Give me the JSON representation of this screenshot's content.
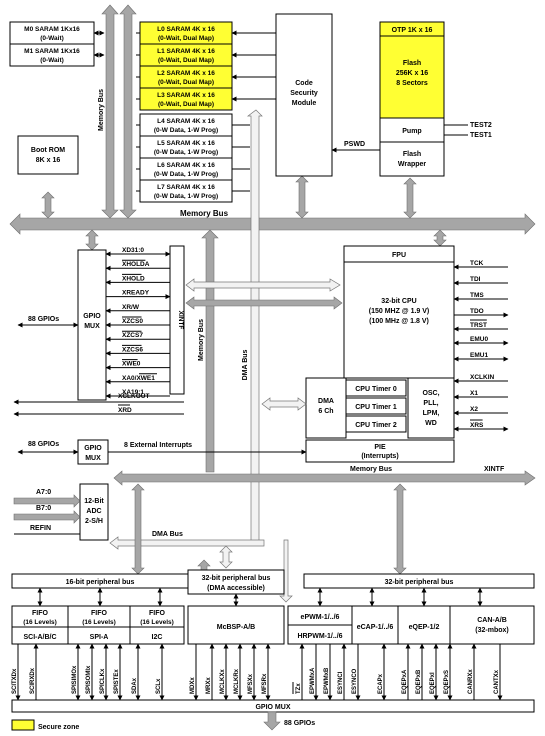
{
  "memory": {
    "m0": "M0 SARAM 1Kx16",
    "m0_sub": "(0-Wait)",
    "m1": "M1 SARAM 1Kx16",
    "m1_sub": "(0-Wait)",
    "l0": "L0 SARAM 4K x 16",
    "l1": "L1 SARAM 4K x 16",
    "l2": "L2 SARAM 4K x 16",
    "l3": "L3 SARAM 4K x 16",
    "l_sub": "(0-Wait, Dual Map)",
    "l4": "L4 SARAM 4K x 16",
    "l5": "L5 SARAM 4K x 16",
    "l6": "L6 SARAM 4K x 16",
    "l7": "L7 SARAM 4K x 16",
    "l_sub2": "(0-W Data, 1-W Prog)",
    "boot_rom": "Boot ROM",
    "boot_rom_sub": "8K x 16"
  },
  "csm": {
    "l1": "Code",
    "l2": "Security",
    "l3": "Module"
  },
  "flash": {
    "otp": "OTP 1K x 16",
    "f1": "Flash",
    "f2": "256K x 16",
    "f3": "8 Sectors",
    "pump": "Pump",
    "wrap1": "Flash",
    "wrap2": "Wrapper",
    "test2": "TEST2",
    "test1": "TEST1",
    "pswd": "PSWD"
  },
  "buses": {
    "memory_bus": "Memory Bus",
    "dma_bus": "DMA Bus",
    "xintf": "XINTF",
    "periph16": "16-bit peripheral bus",
    "periph32a": "32-bit peripheral bus",
    "periph32a_sub": "(DMA accessible)",
    "periph32b": "32-bit peripheral bus"
  },
  "gpio": {
    "gpios_label": "88 GPIOs",
    "mux1": "GPIO",
    "mux2": "MUX",
    "ext_int": "8 External Interrupts",
    "gpio_mux_bar": "GPIO MUX",
    "bottom_gpios": "88 GPIOs"
  },
  "xintf_signals": [
    "XD31:0",
    "XHOLDA",
    "XHOLD",
    "XREADY",
    "XR/W",
    "XZCS0",
    "XZCS7",
    "XZCS6",
    "XWE0",
    "XA0/XWE1",
    "XA19:1"
  ],
  "xintf_extra": {
    "xclkout": "XCLKOUT",
    "xrd": "XRD",
    "vertical": "XINTF"
  },
  "cpu": {
    "fpu": "FPU",
    "l1": "32-bit CPU",
    "l2": "(150 MHZ @ 1.9 V)",
    "l3": "(100 MHz @ 1.8 V)",
    "signals": [
      "TCK",
      "TDI",
      "TMS",
      "TDO",
      "TRST",
      "EMU0",
      "EMU1",
      "XCLKIN",
      "X1",
      "X2",
      "XRS"
    ],
    "dma1": "DMA",
    "dma2": "6 Ch",
    "timer0": "CPU Timer 0",
    "timer1": "CPU Timer 1",
    "timer2": "CPU Timer 2",
    "osc1": "OSC,",
    "osc2": "PLL,",
    "osc3": "LPM,",
    "osc4": "WD",
    "pie1": "PIE",
    "pie2": "(Interrupts)"
  },
  "adc": {
    "a": "A7:0",
    "b": "B7:0",
    "refin": "REFIN",
    "l1": "12-Bit",
    "l2": "ADC",
    "l3": "2-S/H"
  },
  "peripherals": {
    "fifo": "FIFO",
    "levels": "(16 Levels)",
    "sci": "SCI-A/B/C",
    "spi": "SPI-A",
    "i2c": "I2C",
    "mcbsp": "McBSP-A/B",
    "epwm": "ePWM-1/../6",
    "hrpwm": "HRPWM-1/../6",
    "ecap": "eCAP-1/../6",
    "eqep": "eQEP-1/2",
    "can1": "CAN-A/B",
    "can2": "(32-mbox)"
  },
  "pins": [
    "SCITXDx",
    "SCIRXDx",
    "SPISIMOx",
    "SPISOMIx",
    "SPICLKx",
    "SPISTEx",
    "SDAx",
    "SCLx",
    "MDXx",
    "MRXx",
    "MCLKXx",
    "MCLKRx",
    "MFSXx",
    "MFSRx",
    "TZx",
    "EPWMxA",
    "EPWMxB",
    "ESYNCI",
    "ESYNCO",
    "ECAPx",
    "EQEPxA",
    "EQEPxB",
    "EQEPxI",
    "EQEPxS",
    "CANRXx",
    "CANTXx"
  ],
  "legend": {
    "secure": "Secure zone"
  },
  "colors": {
    "secure": "#ffff33",
    "bus": "#a6a6a6"
  }
}
